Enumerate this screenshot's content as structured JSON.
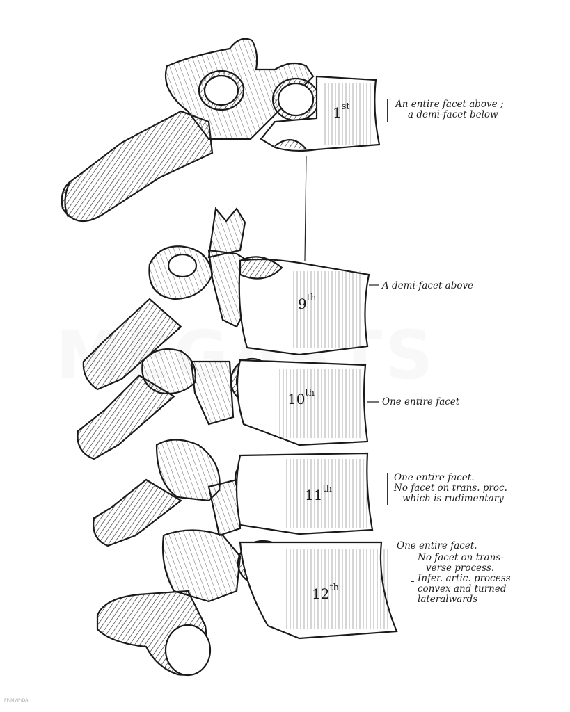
{
  "figure": {
    "vertebrae": [
      {
        "key": "first",
        "number": "1",
        "suffix": "st"
      },
      {
        "key": "ninth",
        "number": "9",
        "suffix": "th"
      },
      {
        "key": "tenth",
        "number": "10",
        "suffix": "th"
      },
      {
        "key": "eleventh",
        "number": "11",
        "suffix": "th"
      },
      {
        "key": "twelfth",
        "number": "12",
        "suffix": "th"
      }
    ],
    "annotations": {
      "first": [
        "An entire facet above ;",
        "a demi-facet below"
      ],
      "ninth": [
        "A demi-facet above"
      ],
      "tenth": [
        "One entire facet"
      ],
      "eleventh": [
        "One entire facet.",
        "No facet on trans. proc.",
        "which is rudimentary"
      ],
      "twelfth": [
        "One entire facet.",
        "No facet on trans-",
        "verse process.",
        "Infer. artic. process",
        "convex and turned",
        "lateralwards"
      ]
    }
  },
  "watermark": "MEGARTS",
  "stock_id": "FP/MVIP/DA"
}
